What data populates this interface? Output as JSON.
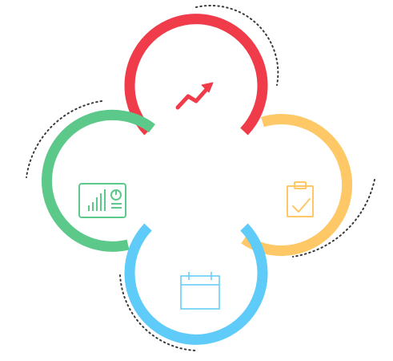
{
  "diagram": {
    "background": "#ffffff",
    "dotted_arc_color": "#3a3a3a",
    "rings": [
      {
        "id": "top",
        "color": "#ef3b4a",
        "icon": "trend-up-arrow-icon"
      },
      {
        "id": "right",
        "color": "#fdc865",
        "icon": "clipboard-check-icon"
      },
      {
        "id": "left",
        "color": "#5cc98b",
        "icon": "dashboard-chart-icon"
      },
      {
        "id": "bottom",
        "color": "#5ecbf9",
        "icon": "calendar-icon"
      }
    ]
  }
}
